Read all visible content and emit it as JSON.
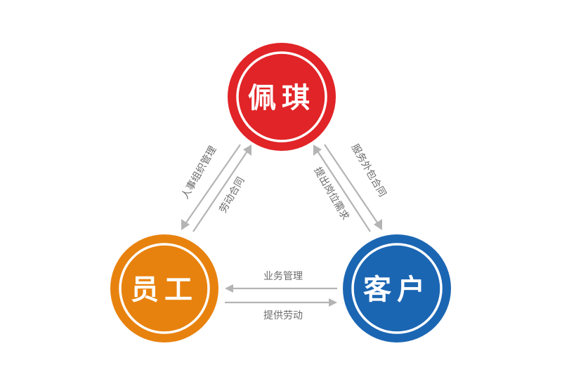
{
  "nodes": {
    "peiqi": {
      "label": "佩琪",
      "color": "#e12427"
    },
    "employee": {
      "label": "员工",
      "color": "#e8820e"
    },
    "client": {
      "label": "客户",
      "color": "#1b66b3"
    }
  },
  "edges": {
    "hr_management": "人事组织管理",
    "labor_contract": "劳动合同",
    "service_outsourcing": "服务外包合同",
    "job_requirements": "提出岗位需求",
    "business_management": "业务管理",
    "provide_labor": "提供劳动"
  },
  "colors": {
    "arrow": "#b4b4b4",
    "edge_text": "#6b6b6b",
    "ring": "#ffffff"
  }
}
